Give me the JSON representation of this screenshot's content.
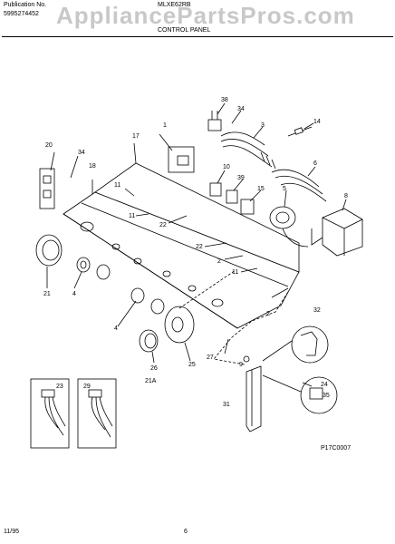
{
  "header": {
    "pub_label": "Publication No.",
    "pub_number": "5995274452",
    "model": "MLXE62RB",
    "section": "CONTROL PANEL",
    "watermark": "AppliancePartsPros.com"
  },
  "footer": {
    "date": "11/95",
    "page": "6"
  },
  "diagram": {
    "drawing_code": "P17C0007",
    "parts": {
      "p1": "1",
      "p2a": "2",
      "p2b": "2",
      "p3": "3",
      "p4a": "4",
      "p4b": "4",
      "p5": "5",
      "p6": "6",
      "p8": "8",
      "p10": "10",
      "p11a": "11",
      "p11b": "11",
      "p11c": "11",
      "p14": "14",
      "p15": "15",
      "p17": "17",
      "p18": "18",
      "p20": "20",
      "p21": "21",
      "p21a": "21A",
      "p22a": "22",
      "p22b": "22",
      "p23": "23",
      "p24": "24",
      "p25": "25",
      "p26": "26",
      "p27": "27",
      "p29": "29",
      "p31": "31",
      "p32": "32",
      "p34a": "34",
      "p34b": "34",
      "p35": "35",
      "p38": "38",
      "p39": "39",
      "p9": "9"
    }
  }
}
